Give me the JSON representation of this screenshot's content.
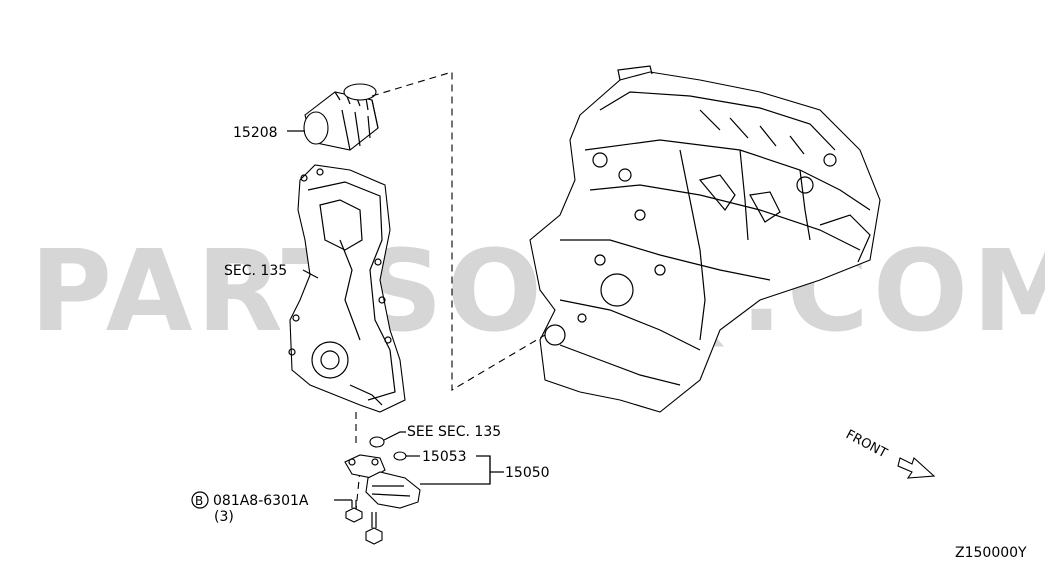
{
  "watermark": "PARTSOUQ.COM",
  "callouts": {
    "oil_filter": "15208",
    "front_cover_ref": "SEC. 135",
    "see_sec": "SEE SEC. 135",
    "gasket": "15053",
    "strainer_assembly": "15050",
    "bolt_symbol": "B",
    "bolt_part": "081A8-6301A",
    "bolt_qty": "(3)"
  },
  "direction_label": "FRONT",
  "diagram_code": "Z150000Y"
}
